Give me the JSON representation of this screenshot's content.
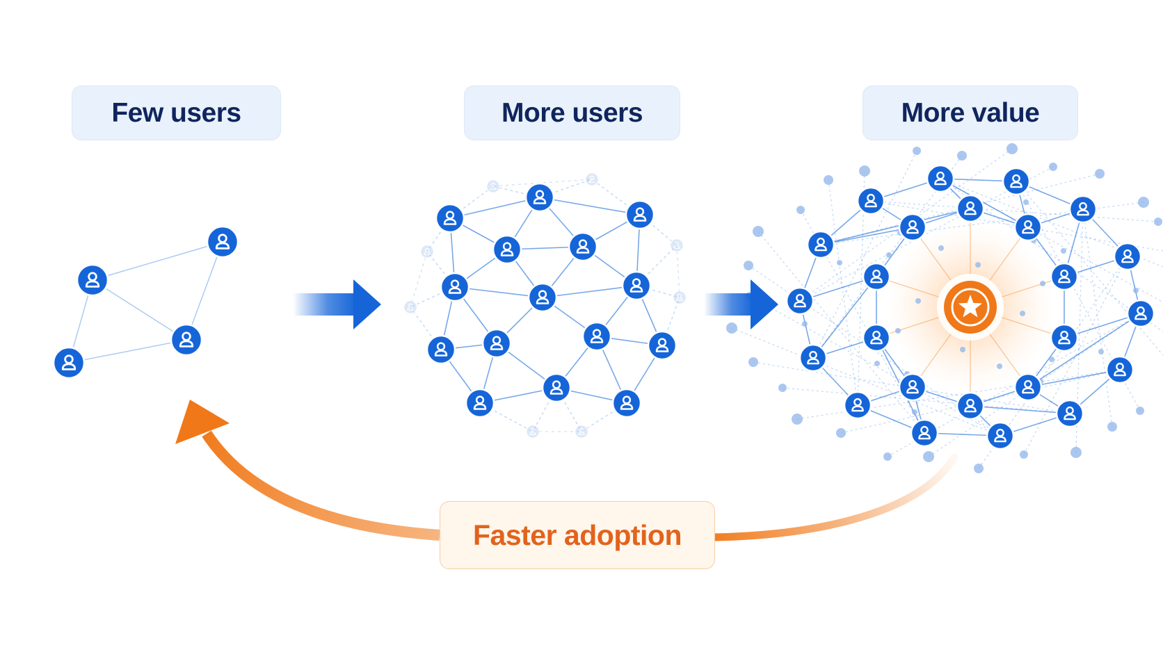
{
  "stages": [
    {
      "id": "few",
      "label": "Few users"
    },
    {
      "id": "more",
      "label": "More users"
    },
    {
      "id": "value",
      "label": "More value"
    }
  ],
  "feedback": {
    "label": "Faster adoption"
  },
  "icons": {
    "user": "user-icon",
    "star": "star-icon",
    "arrow": "arrow-right-icon",
    "feedback_arrow": "curved-arrow-icon"
  },
  "colors": {
    "user_blue": "#1565d8",
    "faint_blue": "#b4cdf0",
    "link_blue": "#4a8be0",
    "orange": "#f07818",
    "label_text": "#10255e",
    "label_bg": "#e9f2fc",
    "feedback_text": "#e2631c",
    "feedback_bg": "#fff6ec"
  }
}
